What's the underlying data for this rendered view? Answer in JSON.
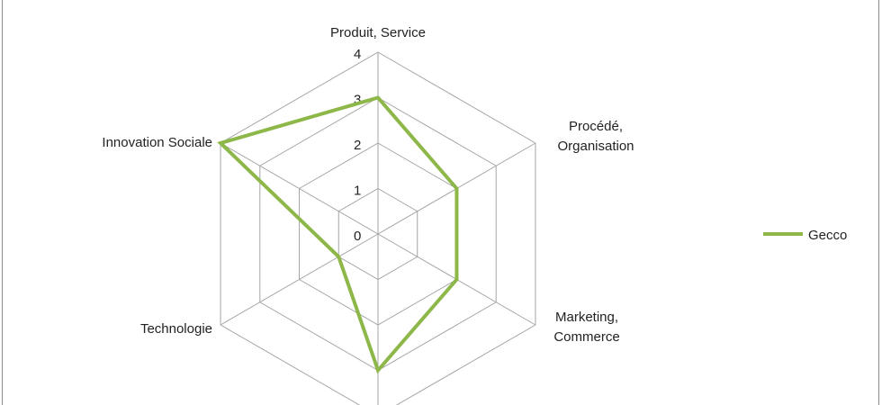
{
  "chart_data": {
    "type": "radar",
    "title": "",
    "categories": [
      "Produit, Service",
      "Procédé, Organisation",
      "Marketing, Commerce",
      "",
      "Technologie",
      "Innovation Sociale"
    ],
    "category_lines": [
      [
        "Produit, Service"
      ],
      [
        "Procédé,",
        "Organisation"
      ],
      [
        "Marketing,",
        "Commerce"
      ],
      [],
      [
        "Technologie"
      ],
      [
        "Innovation Sociale"
      ]
    ],
    "series": [
      {
        "name": "Gecco",
        "values": [
          3,
          2,
          2,
          3,
          1,
          4
        ],
        "color": "#8db849"
      }
    ],
    "rlim": [
      0,
      4
    ],
    "ticks": [
      "0",
      "1",
      "2",
      "3",
      "4"
    ],
    "grid": true,
    "legend": "right"
  }
}
